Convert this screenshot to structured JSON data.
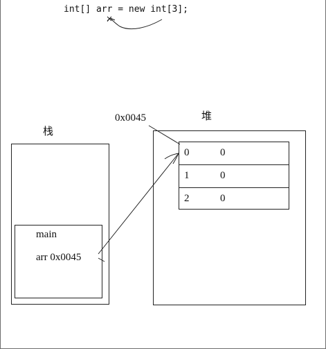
{
  "code_line": "int[] arr = new int[3];",
  "stack": {
    "label": "栈",
    "frame": {
      "name": "main",
      "var_line": "arr 0x0045"
    }
  },
  "heap": {
    "label": "堆",
    "address": "0x0045",
    "array": [
      {
        "index": "0",
        "value": "0"
      },
      {
        "index": "1",
        "value": "0"
      },
      {
        "index": "2",
        "value": "0"
      }
    ]
  },
  "colors": {
    "stroke": "#222222",
    "text": "#111111",
    "frame_border": "#6d6d6d"
  }
}
